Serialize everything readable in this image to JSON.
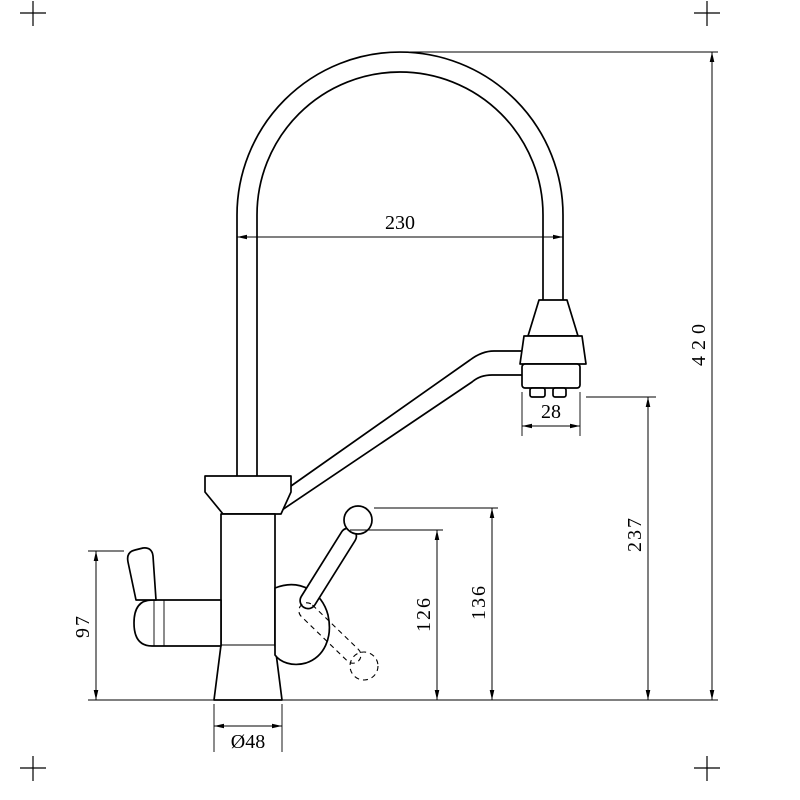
{
  "drawing": {
    "colors": {
      "line": "#000000",
      "background": "#ffffff"
    },
    "dims": {
      "reach": "230",
      "height": "420",
      "nozzle": "28",
      "spray_height": "237",
      "handle_upper": "136",
      "handle_lower": "126",
      "side_handle": "97",
      "base_dia": "Ø48"
    }
  }
}
